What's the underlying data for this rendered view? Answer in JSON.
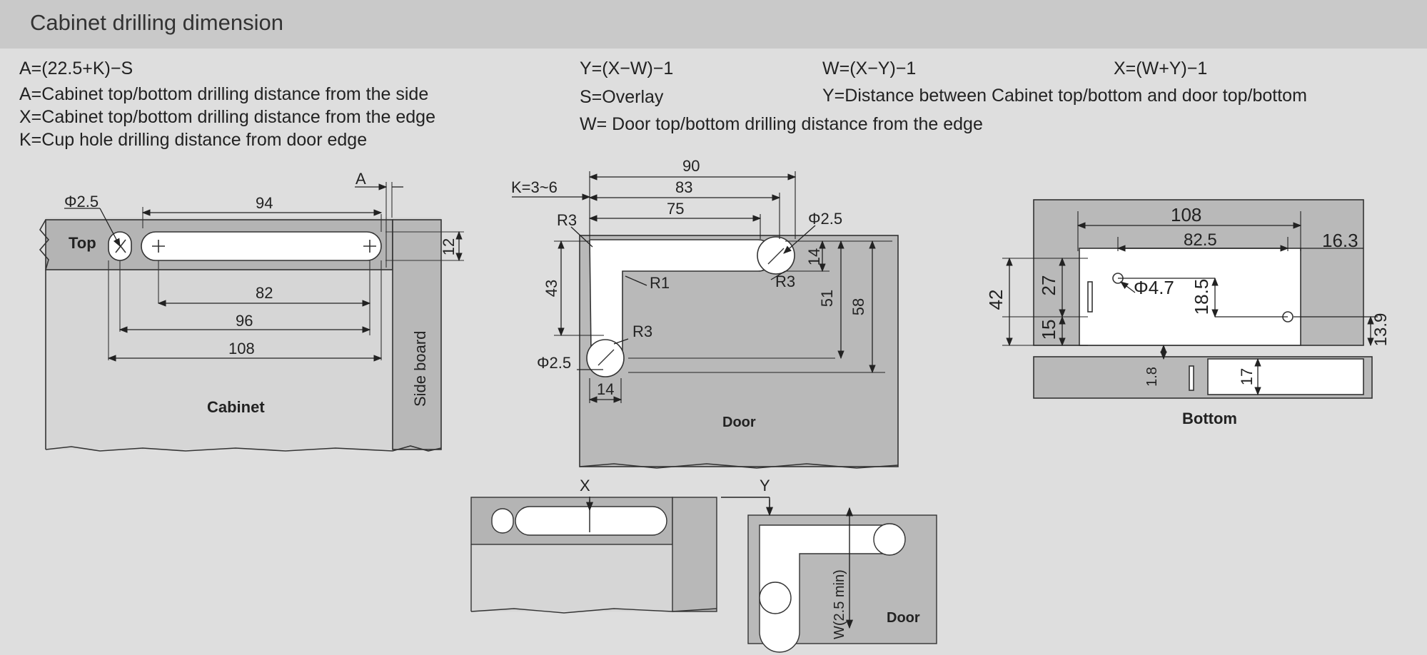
{
  "header": {
    "title": "Cabinet drilling dimension"
  },
  "formulas": {
    "left": [
      "A=(22.5+K)−S",
      "A=Cabinet top/bottom drilling distance from the side",
      "X=Cabinet top/bottom drilling distance from the edge",
      "K=Cup hole drilling distance from door edge"
    ],
    "y_formula": "Y=(X−W)−1",
    "s_def": "S=Overlay",
    "w_def": "W=  Door top/bottom drilling distance from the edge",
    "w_formula": "W=(X−Y)−1",
    "y_def": "Y=Distance between Cabinet top/bottom and door top/bottom",
    "x_formula": "X=(W+Y)−1"
  },
  "diagram_left": {
    "phi": "Φ2.5",
    "a_label": "A",
    "top_label": "Top",
    "d94": "94",
    "d12": "12",
    "d82": "82",
    "d96": "96",
    "d108": "108",
    "cabinet_label": "Cabinet",
    "side_board_label": "Side board"
  },
  "diagram_middle": {
    "k_label": "K=3~6",
    "d90": "90",
    "d83": "83",
    "d75": "75",
    "r3_a": "R3",
    "phi_a": "Φ2.5",
    "d14_a": "14",
    "r1": "R1",
    "r3_b": "R3",
    "d43": "43",
    "d51": "51",
    "d58": "58",
    "r3_c": "R3",
    "phi_b": "Φ2.5",
    "d14_b": "14",
    "door_label": "Door"
  },
  "diagram_right": {
    "d108": "108",
    "d82_5": "82.5",
    "d16_3": "16.3",
    "phi": "Φ4.7",
    "d42": "42",
    "d27": "27",
    "d15": "15",
    "d18_5": "18.5",
    "d13_9": "13.9",
    "d1_8": "1.8",
    "d17": "17",
    "bottom_label": "Bottom"
  },
  "diagram_bottom": {
    "x_label": "X",
    "y_label": "Y",
    "w_label": "W(2.5 min)",
    "door_label": "Door"
  }
}
